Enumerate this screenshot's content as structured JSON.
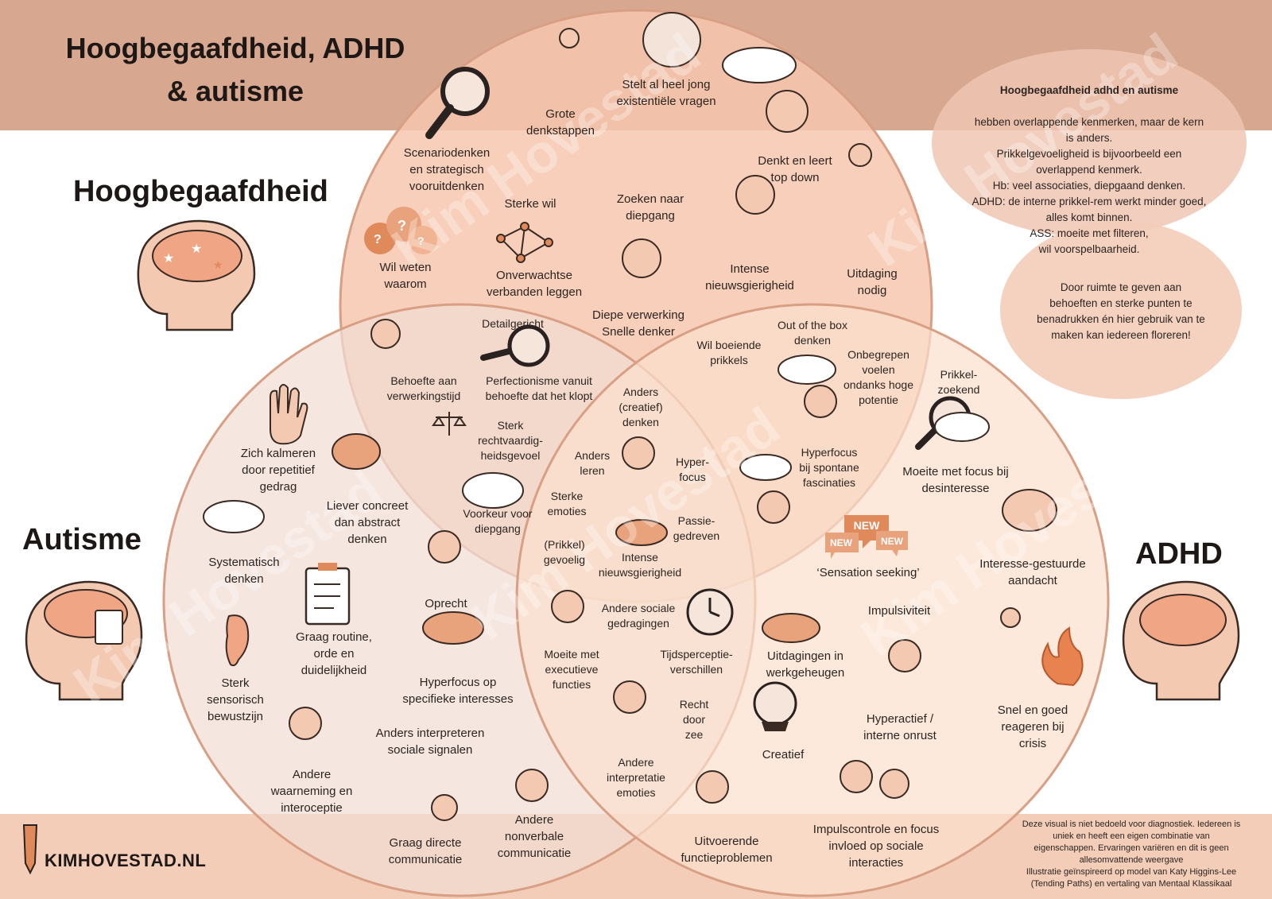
{
  "title": {
    "line1": "Hoogbegaafdheid, ADHD",
    "line2": "& autisme"
  },
  "headings": {
    "hb": "Hoogbegaafdheid",
    "autisme": "Autisme",
    "adhd": "ADHD"
  },
  "colors": {
    "hb": "#f6c7ae",
    "autisme": "#f1dcd2",
    "adhd": "#fbe0cd",
    "band": "#d7a78f",
    "outline": "#d89f84",
    "accent": "#e08a5c"
  },
  "info": {
    "title": "Hoogbegaafdheid adhd en autisme",
    "body": "hebben overlappende kenmerken, maar de kern\nis anders.\nPrikkelgevoeligheid is bijvoorbeeld een\noverlappend kenmerk.\nHb: veel associaties, diepgaand denken.\nADHD: de interne prikkel-rem werkt minder goed,\nalles komt binnen.\nASS: moeite met filteren,\nwil voorspelbaarheid.",
    "second": "Door ruimte te geven aan\nbehoeften en sterke punten te\nbenadrukken én hier gebruik van te\nmaken kan iedereen floreren!"
  },
  "labels": {
    "hb": [
      "Grote\ndenkstappen",
      "Stelt al heel jong\nexistentiële vragen",
      "Denkt en leert\ntop down",
      "Scenariodenken\nen strategisch\nvooruitdenken",
      "Sterke wil",
      "Zoeken naar\ndiepgang",
      "Wil weten\nwaarom",
      "Onverwachtse\nverbanden leggen",
      "Intense\nnieuwsgierigheid",
      "Uitdaging\nnodig",
      "Diepe verwerking\nSnelle denker"
    ],
    "hb_aut": [
      "Detailgericht",
      "Behoefte aan\nverwerkingstijd",
      "Perfectionisme vanuit\nbehoefte dat het klopt",
      "Sterk\nrechtvaardig-\nheidsgevoel",
      "Voorkeur voor\ndiepgang"
    ],
    "hb_adhd": [
      "Out of the box\ndenken",
      "Wil boeiende\nprikkels",
      "Onbegrepen\nvoelen\nondanks hoge\npotentie",
      "Hyperfocus\nbij spontane\nfascinaties"
    ],
    "center": [
      "Anders\n(creatief)\ndenken",
      "Anders\nleren",
      "Hyper-\nfocus",
      "Sterke\nemoties",
      "(Prikkel)\ngevoelig",
      "Passie-\ngedreven",
      "Intense\nnieuwsgierigheid"
    ],
    "aut": [
      "Zich kalmeren\ndoor repetitief\ngedrag",
      "Liever concreet\ndan abstract\ndenken",
      "Systematisch\ndenken",
      "Oprecht",
      "Graag routine,\norde en\nduidelijkheid",
      "Sterk\nsensorisch\nbewustzijn",
      "Hyperfocus op\nspecifieke interesses",
      "Anders interpreteren\nsociale signalen",
      "Andere\nwaarneming en\ninteroceptie",
      "Graag directe\ncommunicatie",
      "Andere\nnonverbale\ncommunicatie"
    ],
    "aut_adhd": [
      "Andere sociale\ngedragingen",
      "Tijdsperceptie-\nverschillen",
      "Moeite met\nexecutieve\nfuncties",
      "Recht\ndoor\nzee",
      "Andere\ninterpretatie\nemoties"
    ],
    "adhd": [
      "Prikkel-\nzoekend",
      "Moeite met focus bij\ndesinteresse",
      "‘Sensation seeking’",
      "Interesse-gestuurde\naandacht",
      "Impulsiviteit",
      "Uitdagingen in\nwerkgeheugen",
      "Snel en goed\nreageren bij\ncrisis",
      "Hyperactief /\ninterne onrust",
      "Creatief",
      "Uitvoerende\nfunctieproblemen",
      "Impulscontrole en focus\ninvloed op sociale\ninteracties"
    ]
  },
  "new_badges": [
    "NEW",
    "NEW",
    "NEW"
  ],
  "disclaimer": "Deze visual is niet bedoeld voor diagnostiek. Iedereen is\nuniek en heeft een eigen combinatie van\neigenschappen. Ervaringen variëren en dit is geen\nallesomvattende weergave\nIllustratie geïnspireerd op model van Katy Higgins-Lee\n(Tending Paths) en vertaling van Mentaal Klassikaal",
  "logo": "KIMHOVESTAD.NL",
  "watermark": "Kim Hovestad",
  "icons": [
    "brain-stars-icon",
    "brain-checklist-icon",
    "brain-arrows-icon",
    "magnifier-icon",
    "question-bubbles-icon",
    "network-icon",
    "hand-icon",
    "puzzle-icon",
    "ear-icon",
    "clipboard-icon",
    "clock-icon",
    "crystal-ball-icon",
    "fire-icon",
    "scales-icon",
    "pencil-logo-icon"
  ]
}
